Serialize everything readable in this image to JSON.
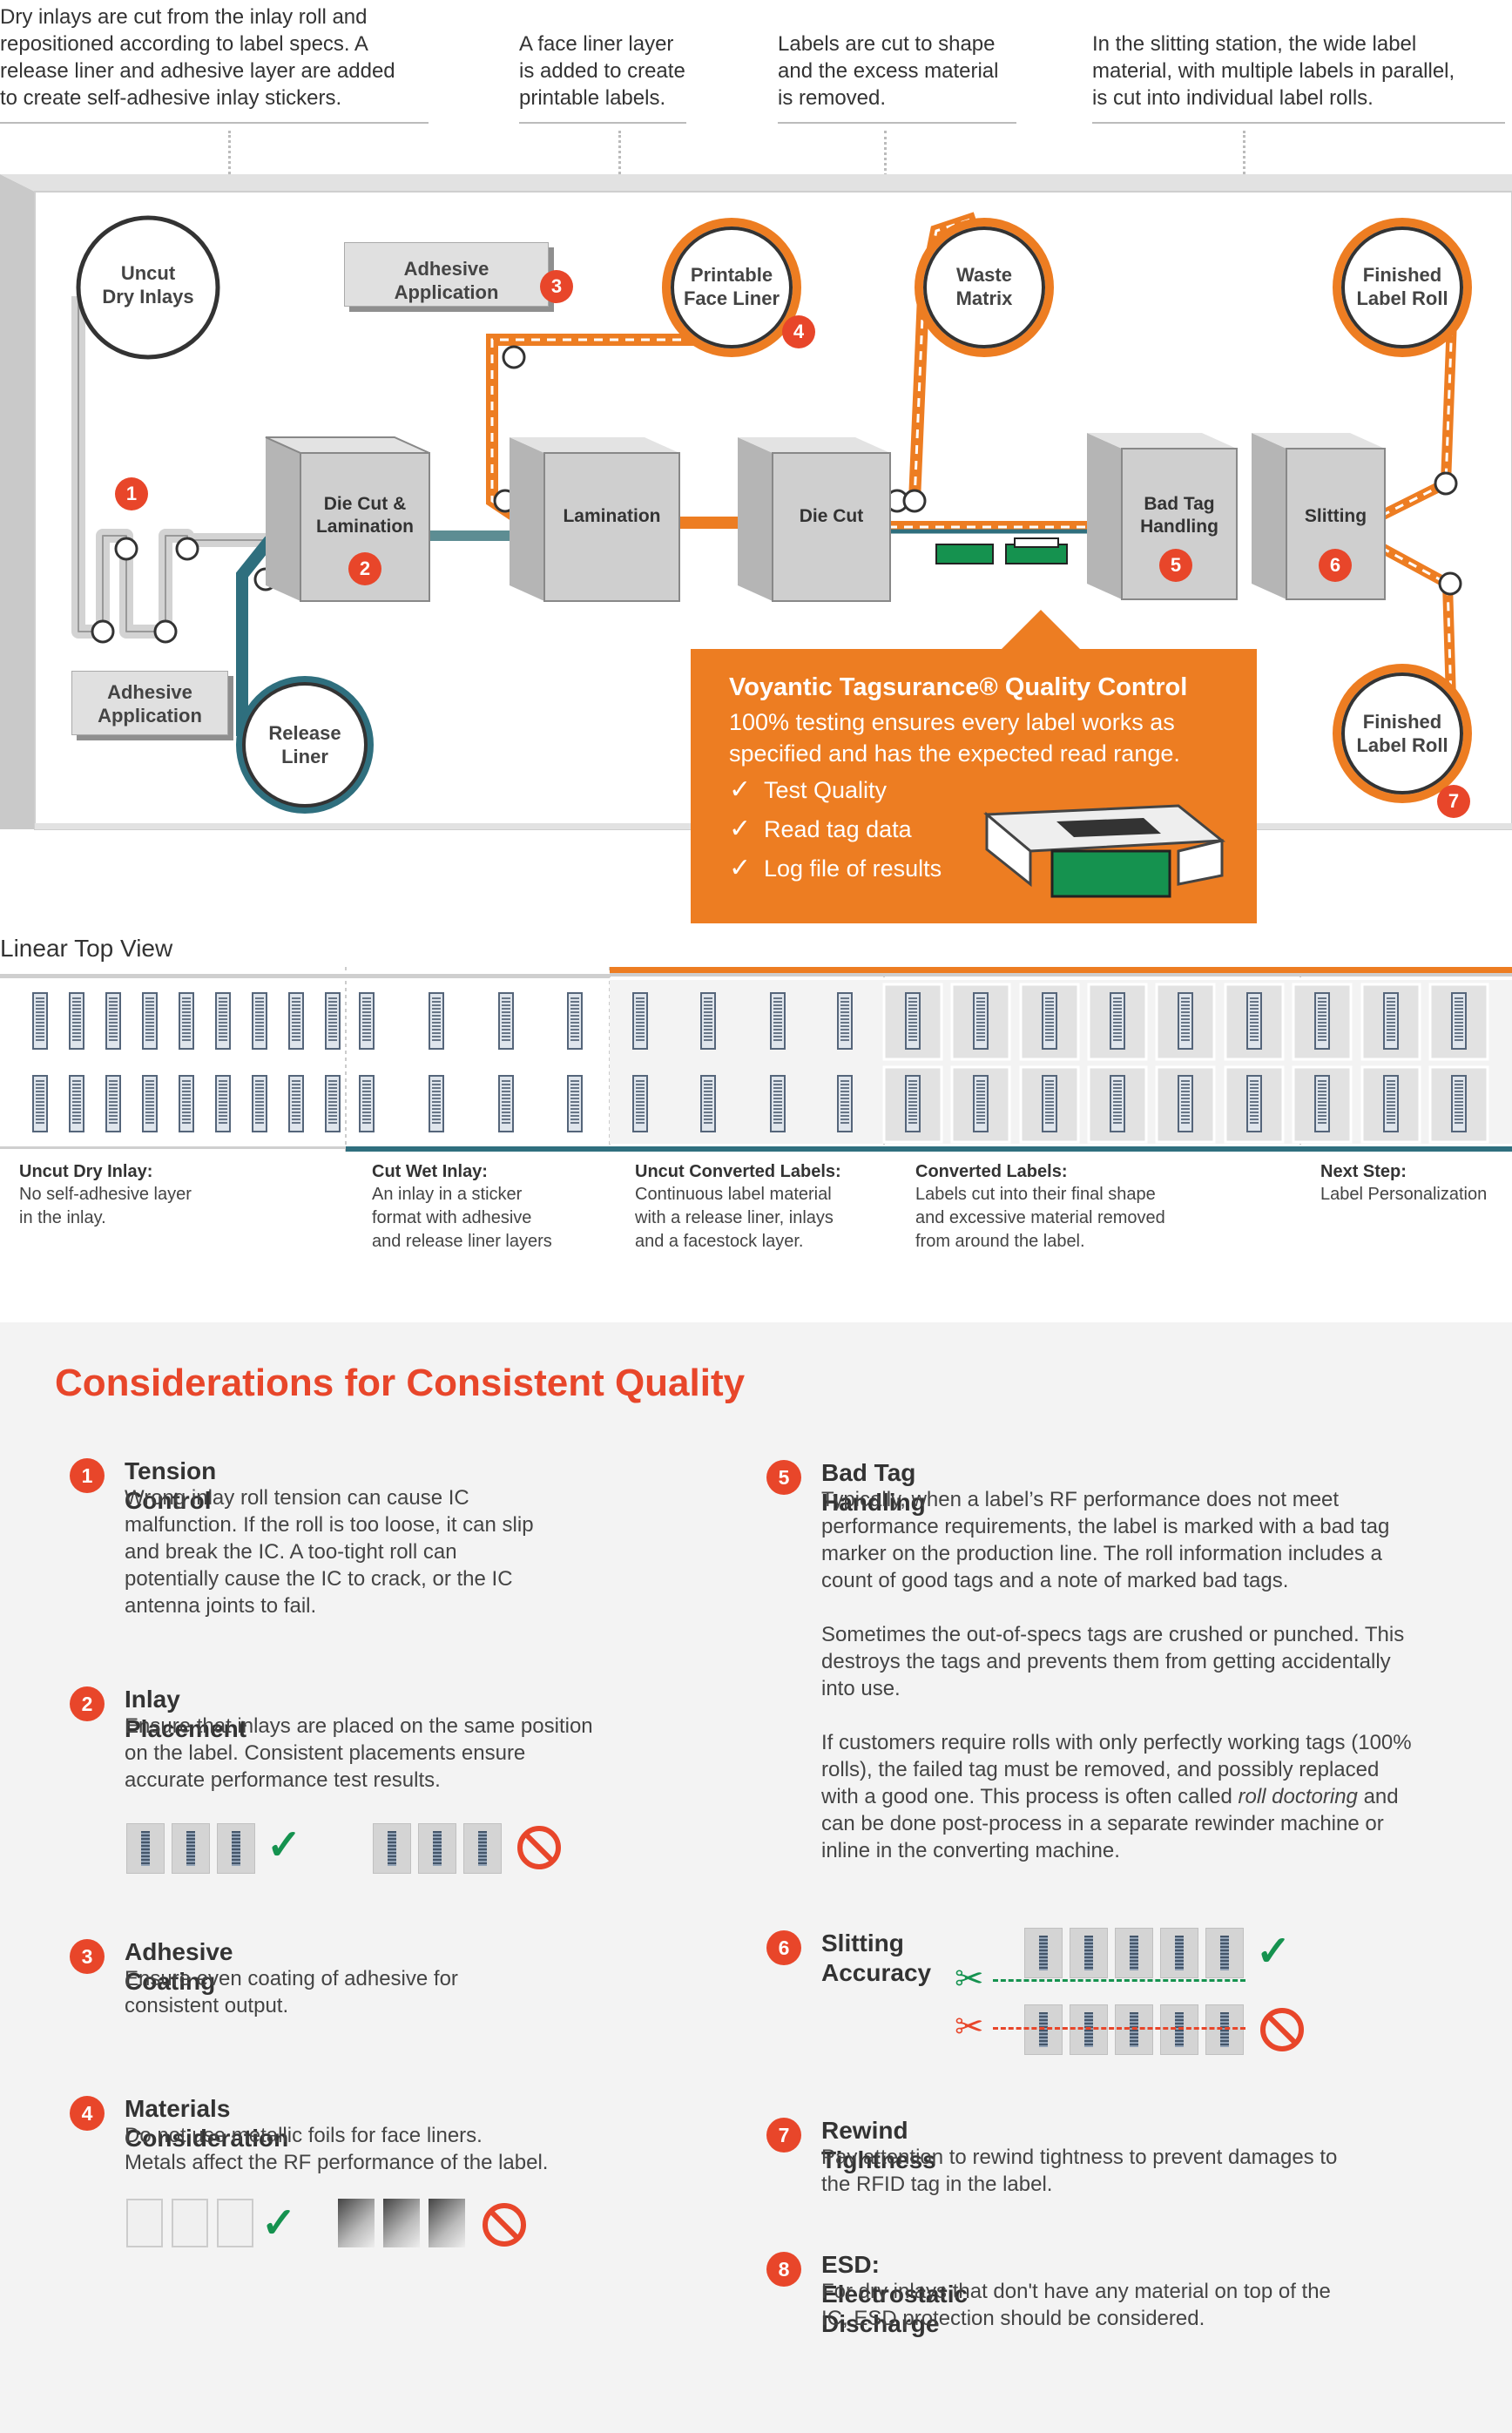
{
  "top_notes": [
    "Dry inlays are cut from the inlay roll and\nrepositioned according to label specs. A\nrelease liner and adhesive layer are added\nto create self-adhesive inlay stickers.",
    "A face liner layer\nis added to create\nprintable labels.",
    "Labels are cut to shape\nand the excess material\nis removed.",
    "In the slitting station, the wide label\nmaterial, with multiple labels in parallel,\nis cut into individual label rolls."
  ],
  "rolls": {
    "uncut": "Uncut\nDry Inlays",
    "release": "Release\nLiner",
    "printable": "Printable\nFace Liner",
    "waste": "Waste\nMatrix",
    "finished_top": "Finished\nLabel Roll",
    "finished_bottom": "Finished\nLabel Roll"
  },
  "machines": {
    "diecut_lam": "Die Cut &\nLamination",
    "lamination": "Lamination",
    "diecut": "Die Cut",
    "badtag": "Bad Tag\nHandling",
    "slitting": "Slitting"
  },
  "callouts": {
    "adhesive_top": "Adhesive\nApplication",
    "adhesive_left": "Adhesive\nApplication"
  },
  "badges": [
    "1",
    "2",
    "3",
    "4",
    "5",
    "6",
    "7"
  ],
  "quality_control": {
    "title": "Voyantic Tagsurance® Quality Control",
    "desc": "100% testing ensures every label works as specified and has the expected read range.",
    "items": [
      "Test Quality",
      "Read tag data",
      "Log file of results"
    ]
  },
  "linear_view": {
    "title": "Linear Top View",
    "stages": [
      {
        "title": "Uncut Dry Inlay:",
        "desc": "No self-adhesive layer\nin the inlay."
      },
      {
        "title": "Cut Wet Inlay:",
        "desc": "An inlay in a sticker\nformat with adhesive\nand release liner layers"
      },
      {
        "title": "Uncut Converted Labels:",
        "desc": "Continuous label material\nwith a release liner, inlays\nand a facestock layer."
      },
      {
        "title": "Converted Labels:",
        "desc": "Labels cut into their final shape\nand excessive material removed\nfrom around the label."
      },
      {
        "title": "Next Step:",
        "desc": "Label Personalization"
      }
    ]
  },
  "considerations": {
    "title": "Considerations for Consistent Quality",
    "items": [
      {
        "num": "1",
        "title": "Tension Control",
        "body": "Wrong inlay roll tension can cause IC\nmalfunction. If the roll is too loose, it can slip\nand break the IC. A too-tight roll can\npotentially cause the IC to crack, or the IC\nantenna joints to fail."
      },
      {
        "num": "2",
        "title": "Inlay Placement",
        "body": "Ensure that inlays are placed on the same position\non the label. Consistent placements ensure\naccurate performance test results."
      },
      {
        "num": "3",
        "title": "Adhesive Coating",
        "body": "Ensure even coating of adhesive for\nconsistent output."
      },
      {
        "num": "4",
        "title": "Materials Consideration",
        "body": "Do not use metallic foils for face liners.\nMetals affect the RF performance of the label."
      },
      {
        "num": "5",
        "title": "Bad Tag Handling",
        "body": "Typically, when a label’s RF performance does not meet\nperformance requirements, the label is marked with a bad tag\nmarker on the production line. The roll information includes a\ncount of good tags and a note of marked bad tags.\n\nSometimes the out-of-specs tags are crushed or punched. This\ndestroys the tags and prevents them from getting accidentally\ninto use.\n\nIf customers require rolls with only perfectly working tags (100%\nrolls), the failed tag must be removed, and possibly replaced\nwith a good one. This process is often called roll doctoring and\ncan be done post-process in a separate rewinder machine or\ninline in the converting machine."
      },
      {
        "num": "6",
        "title": "Slitting\nAccuracy",
        "body": ""
      },
      {
        "num": "7",
        "title": "Rewind Tightness",
        "body": "Pay attention to rewind tightness to prevent damages to\nthe RFID tag in the label."
      },
      {
        "num": "8",
        "title": "ESD: Electrostatic Discharge",
        "body": "For dry inlays that don't have any material on top of the\nIC, ESD protection should be considered."
      }
    ]
  },
  "colors": {
    "accent_orange": "#ed7d22",
    "badge_red": "#e8462a",
    "teal": "#2f6f7e",
    "ok_green": "#15924f",
    "machine_gray": "#cfcfcf"
  },
  "icons": [
    "check-icon",
    "no-entry-icon",
    "scissors-icon"
  ]
}
